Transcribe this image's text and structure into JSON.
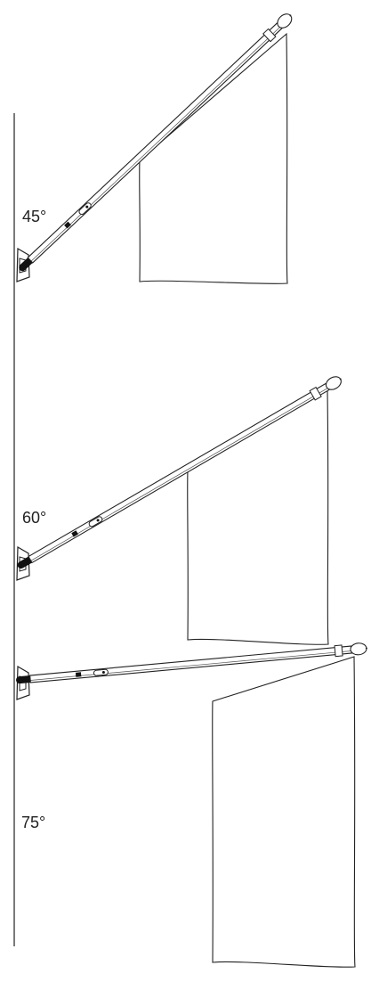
{
  "diagram": {
    "angles": [
      {
        "label": "45°"
      },
      {
        "label": "60°"
      },
      {
        "label": "75°"
      }
    ],
    "colors": {
      "line": "#222222",
      "dark": "#111111",
      "background": "#ffffff"
    }
  }
}
